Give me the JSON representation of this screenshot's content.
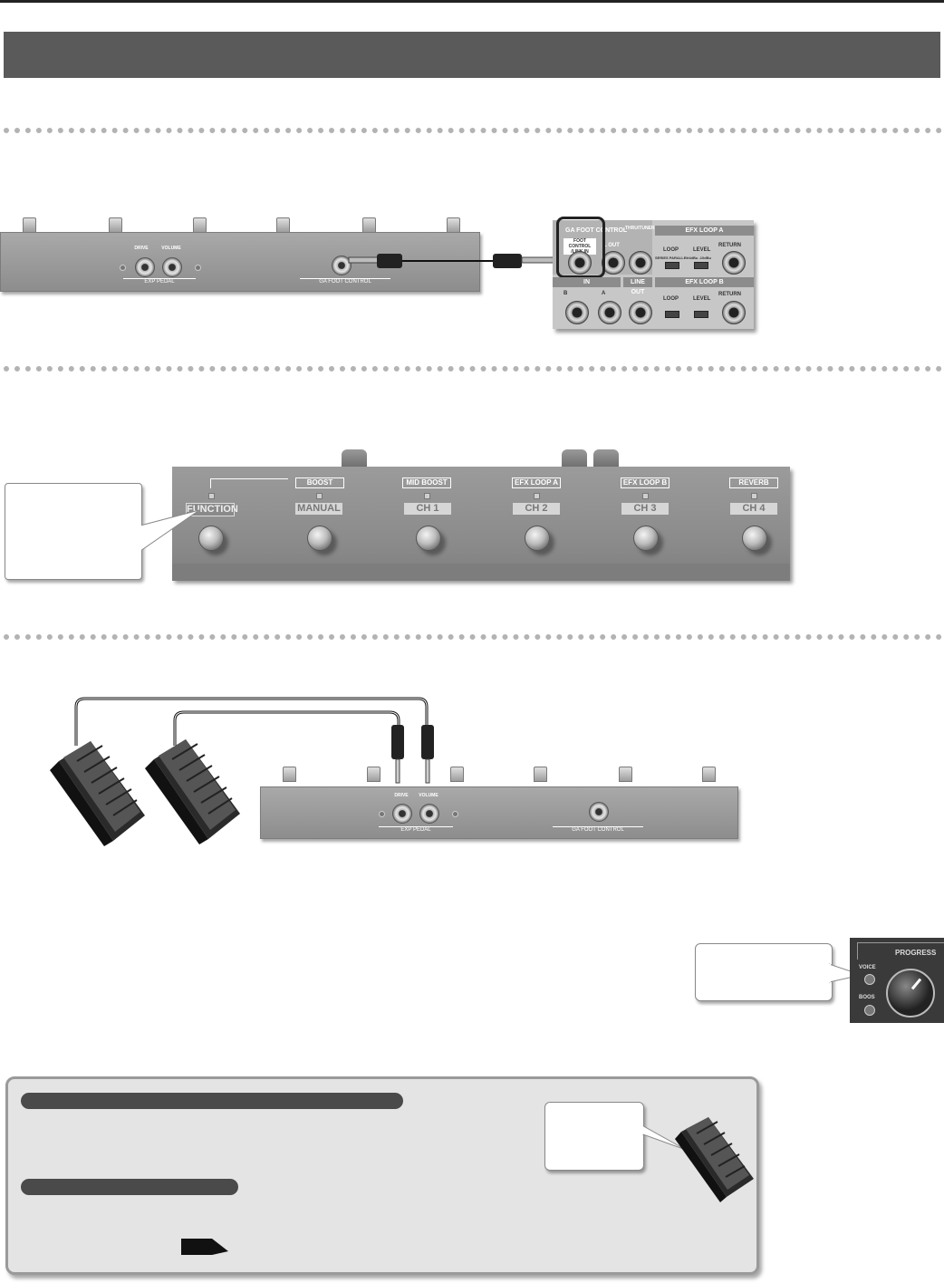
{
  "page": {
    "colors": {
      "title_bar": "#5a5a5a",
      "dotted_rule": "#b3b3b3",
      "panel_gray": "#8d8d8d"
    }
  },
  "unit": {
    "knob_labels": [
      "DRIVE",
      "VOLUME"
    ],
    "exp_pedal_label": "EXP PEDAL",
    "ga_foot_control_label": "GA FOOT CONTROL"
  },
  "amp_panel": {
    "ga_foot_control": "GA FOOT CONTROL",
    "foot_control_link_in": "FOOT CONTROL /LINK IN",
    "link_out": "L OUT",
    "thru_tuner_out": "THRU/TUNER OUT",
    "efx_loop_a": "EFX LOOP A",
    "efx_loop_b": "EFX LOOP B",
    "loop": "LOOP",
    "level": "LEVEL",
    "return": "RETURN",
    "series_parallel": "SERIES PARALLEL",
    "level_values": "+4dBu -10dBu",
    "line_out": "LINE OUT",
    "in_label": "IN",
    "jack_b": "B",
    "jack_a": "A"
  },
  "controller": {
    "groups": [
      "BOOST",
      "MID BOOST",
      "EFX LOOP A",
      "EFX LOOP B",
      "REVERB"
    ],
    "switches": [
      "FUNCTION",
      "MANUAL",
      "CH 1",
      "CH 2",
      "CH 3",
      "CH 4"
    ]
  },
  "progress_knob": {
    "title": "PROGRESS",
    "voice": "VOICE",
    "boost": "BOOS"
  },
  "icons": [
    "plug-icon",
    "foot-switch-icon",
    "expression-pedal-icon",
    "right-arrow-icon"
  ]
}
